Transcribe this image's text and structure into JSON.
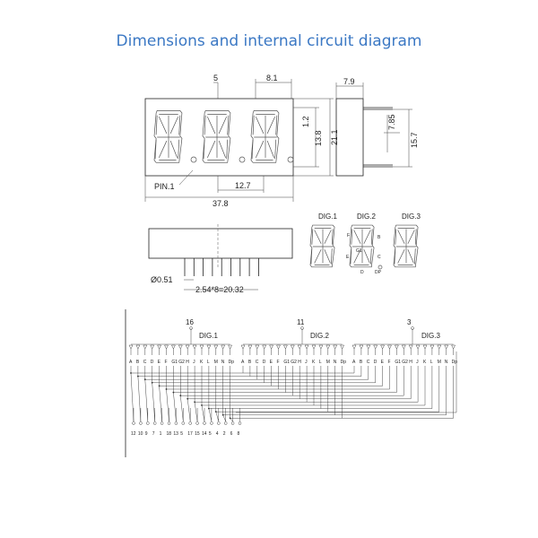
{
  "title": "Dimensions and internal circuit diagram",
  "dimensions": {
    "d_5": "5",
    "d_8_1": "8.1",
    "d_7_9": "7.9",
    "d_1_2": "1.2",
    "d_13_8": "13.8",
    "d_21_1": "21.1",
    "d_7_85": "7.85",
    "d_15_7": "15.7",
    "d_12_7": "12.7",
    "d_37_8": "37.8",
    "pin1": "PIN.1",
    "d_0_51": "Ø0.51",
    "pitch": "2.54*8=20.32"
  },
  "digit_labels": [
    "DIG.1",
    "DIG.2",
    "DIG.3"
  ],
  "segment_letters": {
    "f": "F",
    "g1": "G1",
    "b": "B",
    "e": "E",
    "c": "C",
    "d": "D",
    "dp": "DP"
  },
  "circuit": {
    "common_pins": [
      "16",
      "11",
      "3"
    ],
    "digit_labels": [
      "DIG.1",
      "DIG.2",
      "DIG.3"
    ],
    "segment_names": [
      "A",
      "B",
      "C",
      "D",
      "E",
      "F",
      "G1",
      "G2",
      "H",
      "J",
      "K",
      "L",
      "M",
      "N",
      "Dp"
    ],
    "bottom_pins": [
      "12",
      "10",
      "9",
      "7",
      "1",
      "18",
      "13",
      "5",
      "17",
      "15",
      "14",
      "5",
      "4",
      "2",
      "6",
      "8"
    ]
  }
}
